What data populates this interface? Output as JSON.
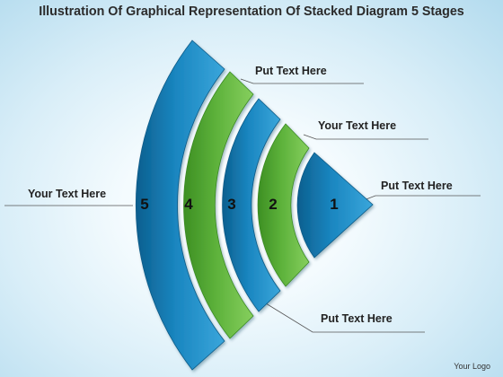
{
  "title": "Illustration Of Graphical Representation Of Stacked Diagram 5 Stages",
  "stages": [
    {
      "number": "1",
      "color": "#1a86c0"
    },
    {
      "number": "2",
      "color": "#5cb13a"
    },
    {
      "number": "3",
      "color": "#1a86c0"
    },
    {
      "number": "4",
      "color": "#5cb13a"
    },
    {
      "number": "5",
      "color": "#1a86c0"
    }
  ],
  "callouts": {
    "top": "Put Text Here",
    "upper_right": "Your Text Here",
    "right": "Put Text Here",
    "bottom": "Put Text Here",
    "left": "Your Text Here"
  },
  "logo": "Your Logo",
  "colors": {
    "blue": "#1a86c0",
    "green": "#5cb13a",
    "text": "#222222"
  }
}
